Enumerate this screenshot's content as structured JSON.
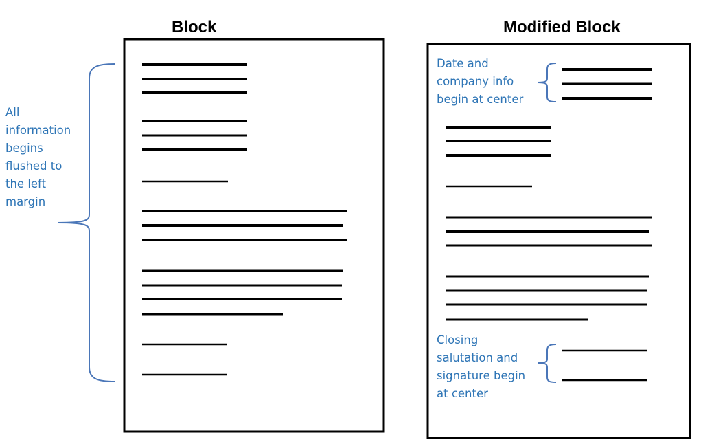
{
  "panels": {
    "block": {
      "title": "Block"
    },
    "modified": {
      "title": "Modified Block"
    }
  },
  "annotations": {
    "left_margin_note": [
      "All",
      "information",
      "begins",
      "flushed to",
      "the left",
      "margin"
    ],
    "date_company_note": [
      "Date and",
      "company info",
      "begin at center"
    ],
    "closing_note": [
      "Closing",
      "salutation and",
      "signature begin",
      "at center"
    ]
  },
  "colors": {
    "annotation": "#2e75b6",
    "lines": "#000000"
  }
}
